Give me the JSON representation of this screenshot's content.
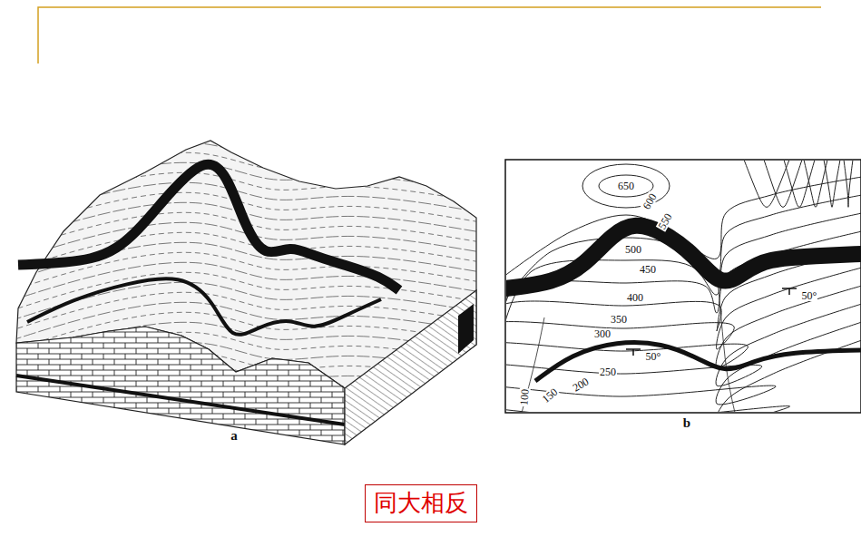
{
  "diagram": {
    "nodes": [
      {
        "text": [
          "同大相反"
        ]
      }
    ],
    "labels": [
      "650",
      "600",
      "550",
      "500",
      "450",
      "400",
      "350",
      "300",
      "250",
      "200",
      "150",
      "100",
      "50°",
      "50°",
      "a",
      "b"
    ]
  }
}
